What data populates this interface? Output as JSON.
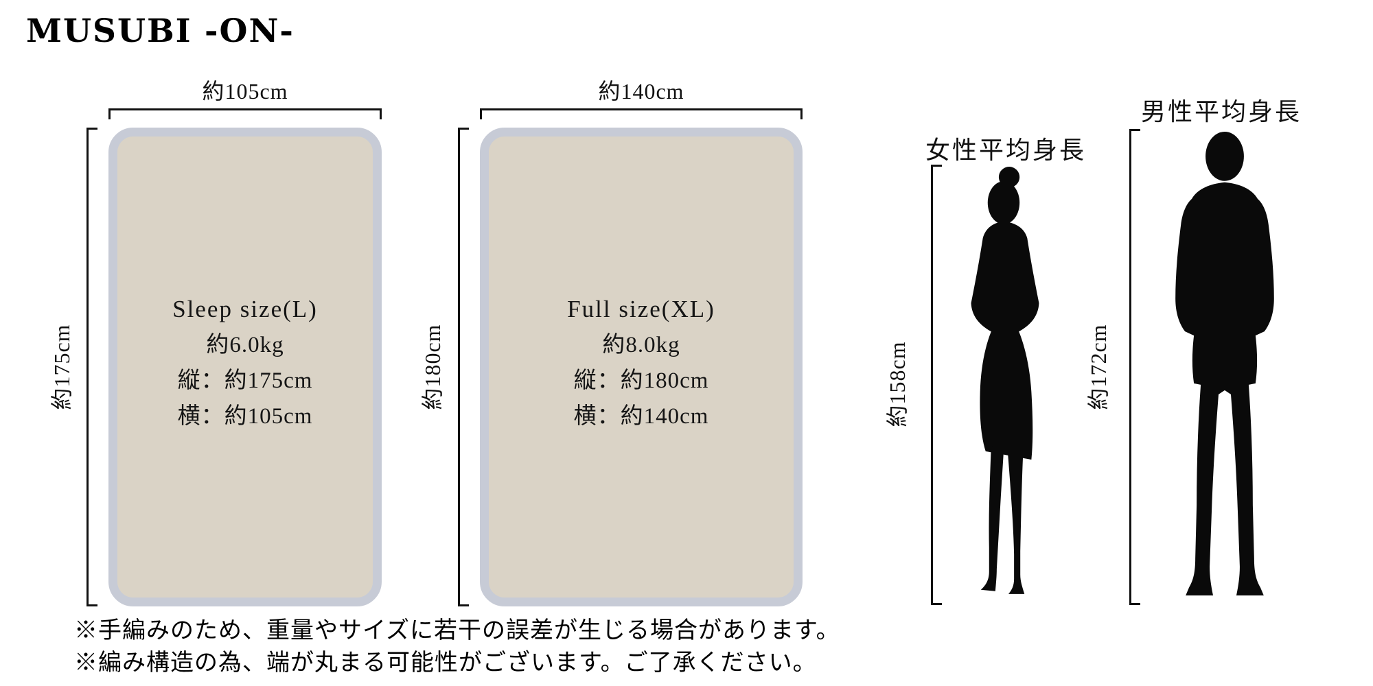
{
  "brand": {
    "logo": "MUSUBI -ON-"
  },
  "sizes": [
    {
      "name": "Sleep size(L)",
      "weight": "約6.0kg",
      "length_line": "縦：約175cm",
      "width_line": "横：約105cm",
      "top_dim": "約105cm",
      "side_dim": "約175cm"
    },
    {
      "name": "Full size(XL)",
      "weight": "約8.0kg",
      "length_line": "縦：約180cm",
      "width_line": "横：約140cm",
      "top_dim": "約140cm",
      "side_dim": "約180cm"
    }
  ],
  "figures": [
    {
      "label": "女性平均身長",
      "height": "約158cm"
    },
    {
      "label": "男性平均身長",
      "height": "約172cm"
    }
  ],
  "notes": [
    "※手編みのため、重量やサイズに若干の誤差が生じる場合があります。",
    "※編み構造の為、端が丸まる可能性がございます。ご了承ください。"
  ],
  "colors": {
    "blanket_fill": "#dad3c6",
    "blanket_border": "#c7cbd6",
    "silhouette": "#0a0a0a",
    "text": "#111111",
    "background": "#ffffff"
  }
}
